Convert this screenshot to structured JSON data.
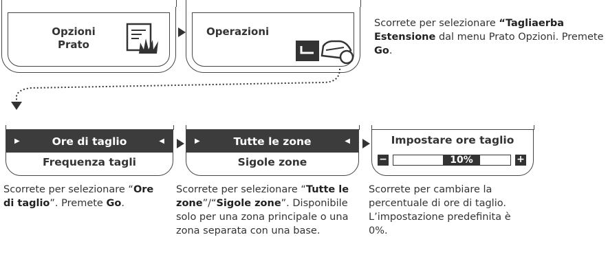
{
  "top": {
    "screen1": {
      "line1": "Opzioni",
      "line2": "Prato",
      "icon": "lawn-icon"
    },
    "screen2": {
      "title": "Operazioni",
      "icon": "mower-icon"
    },
    "desc": {
      "pre": "Scorrete per selezionare ",
      "bold1": "“Tagliaerba Estensione",
      "mid": " dal menu Prato Opzioni. Premete ",
      "bold2": "Go",
      "post": "."
    }
  },
  "bottom": {
    "menu1": {
      "selected": "Ore di taglio",
      "other": "Frequenza tagli"
    },
    "menu2": {
      "selected": "Tutte le zone",
      "other": "Sigole zone"
    },
    "menu3": {
      "title": "Impostare ore taglio",
      "value": "10%",
      "minus": "−",
      "plus": "+"
    },
    "desc1": {
      "pre": "Scorrete per selezionare “",
      "bold1": "Ore di taglio",
      "mid": "”. Premete ",
      "bold2": "Go",
      "post": "."
    },
    "desc2": {
      "pre": "Scorrete per selezionare “",
      "bold1": "Tutte le zone",
      "mid": "”/“",
      "bold2": "Sigole zone",
      "post": "”. Disponibile solo per una zona principale o una zona separata con una base."
    },
    "desc3": {
      "text": "Scorrete per cambiare la percentuale di ore di taglio. L’impostazione predefinita è 0%."
    }
  }
}
